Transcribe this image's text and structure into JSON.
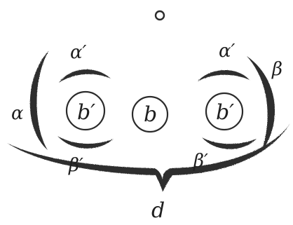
{
  "figure": {
    "labels": {
      "alpha_left": "α",
      "alpha_prime_left": "α′",
      "alpha_prime_right": "α′",
      "beta_right": "β",
      "beta_prime_left": "β′",
      "beta_prime_right": "β′",
      "b_center": "b",
      "b_prime_left": "b′",
      "b_prime_right": "b′",
      "d_bottom": "d"
    }
  }
}
